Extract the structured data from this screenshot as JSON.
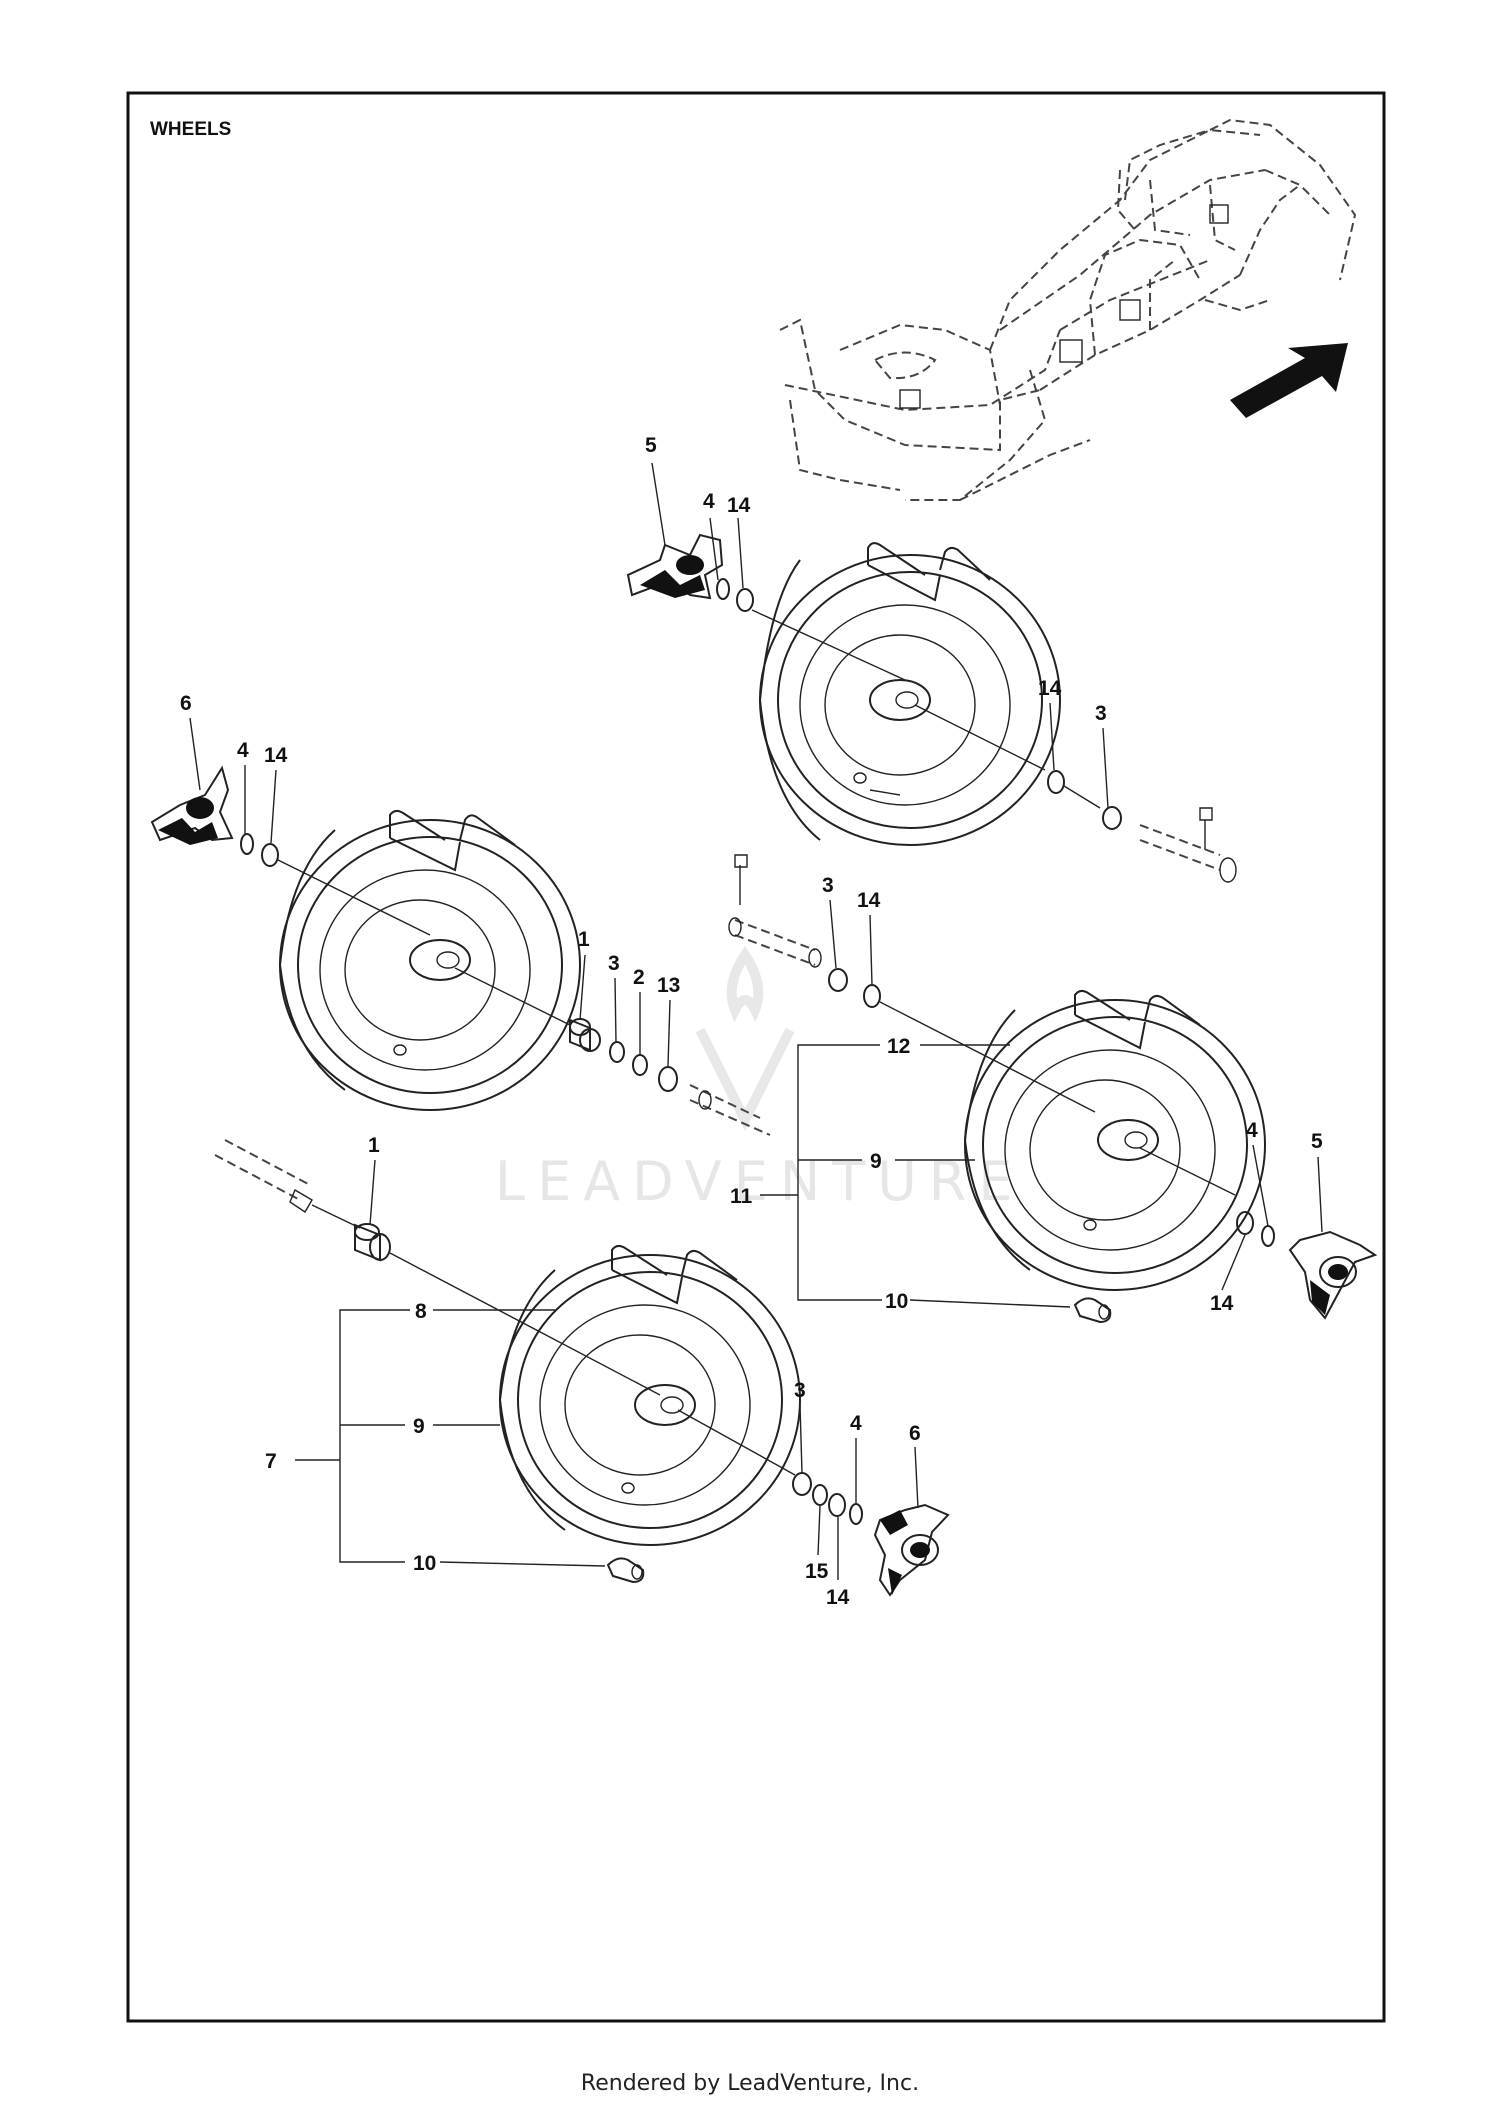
{
  "title": "WHEELS",
  "watermark": "LEADVENTURE",
  "footer": "Rendered by LeadVenture, Inc.",
  "callouts": {
    "c1a": "5",
    "c1b": "4",
    "c1c": "14",
    "c1d": "14",
    "c1e": "3",
    "c2a": "6",
    "c2b": "4",
    "c2c": "14",
    "c2d": "1",
    "c2e": "3",
    "c2f": "2",
    "c2g": "13",
    "c3a": "3",
    "c3b": "14",
    "c3c": "12",
    "c3d": "9",
    "c3e": "11",
    "c3f": "10",
    "c3g": "4",
    "c3h": "5",
    "c3i": "14",
    "c4a": "1",
    "c4b": "8",
    "c4c": "9",
    "c4d": "7",
    "c4e": "10",
    "c4f": "3",
    "c4g": "4",
    "c4h": "6",
    "c4i": "15",
    "c4j": "14"
  },
  "colors": {
    "line": "#222222",
    "arrow": "#111111",
    "background": "#ffffff"
  }
}
